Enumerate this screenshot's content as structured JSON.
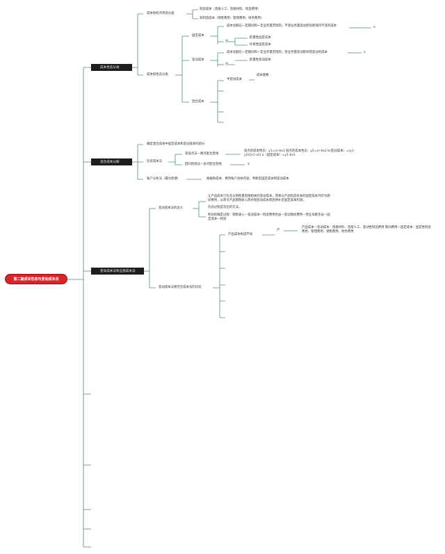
{
  "root": {
    "label": "第二篇成本性态与变动成本法"
  },
  "branches": [
    {
      "label": "成本性态分类",
      "icon": "red-target-icon"
    },
    {
      "label": "混合成本分解",
      "icon": "rocket-icon"
    },
    {
      "label": "变动成本法和全部成本法",
      "icon": "blue-square-icon"
    }
  ],
  "b1": {
    "n1": "成本按经济用途分类",
    "n1a": "制造成本（直接人工、直接材料、制造费用）",
    "n1b": "非制造成本（销售费用、管理费用、财务费用）",
    "n2": "成本按性态分类",
    "fixed": "固定成本",
    "fixed_def": "成本总额在一定期间和一定业务量范围内，不受业务量变动影响而保持不变的成本",
    "fixed_tag": "a",
    "fixed_sub_label": "分",
    "fixed_sub1": "酌量性固定成本",
    "fixed_sub2": "约束性固定成本",
    "var": "变动成本",
    "var_def": "成本总额在一定期间和一定业务量范围内，受业务量变动影响而变动的成本",
    "var_tag": "x",
    "var_sub_label": "分",
    "var_sub1": "酌量性变动成本",
    "mixed": "混合成本",
    "semi": "半变动成本",
    "semi_sub": "成本基数"
  },
  "b2": {
    "n1": "确定混合成本中固定成本和变动成本的部分",
    "n2": "历史成本法",
    "hl": "高低点法—两点配合直线",
    "hl_formula": "高点的成本性态：y1=a+bx1 低点的成本性态：y2=a+bx2 b(变动成本）=(y1-y2)/(x1-x2) a（固定成本）=y1-bx1",
    "sc": "回归直线法—多点配合直线",
    "sc_tag": "a",
    "n3": "账户分析法（最为简便）",
    "n3_desc": "根据各成本、费用账户具体内容，判断是固定成本和变动成本"
  },
  "b3": {
    "n1": "变动成本法的含义",
    "n1_t1": "让产品成本只包含与销售量直接相关的变动成本，而将与产品制造有关的固定成本列示为期间费用，从而令产品销售收入而补偿变动成本而后将补足固定成本利润；",
    "n1_t1b": "包含过程是流出的方法。",
    "n1_t2": "利润的确定过程：销售收入—变动成本—制造费用毛益—变动期间费用—营业贡献毛益—固定成本—利润",
    "n2": "变动成本法和完全成本法的比较",
    "n2a": "产品成本构成不同",
    "n2a_tag": "产",
    "n2a_desc": "产品成本—变动成本：直接材料、直接人工、变动性制造费用 期间费用—固定成本：固定性制造费用、管理费用、销售费用、财务费用"
  }
}
